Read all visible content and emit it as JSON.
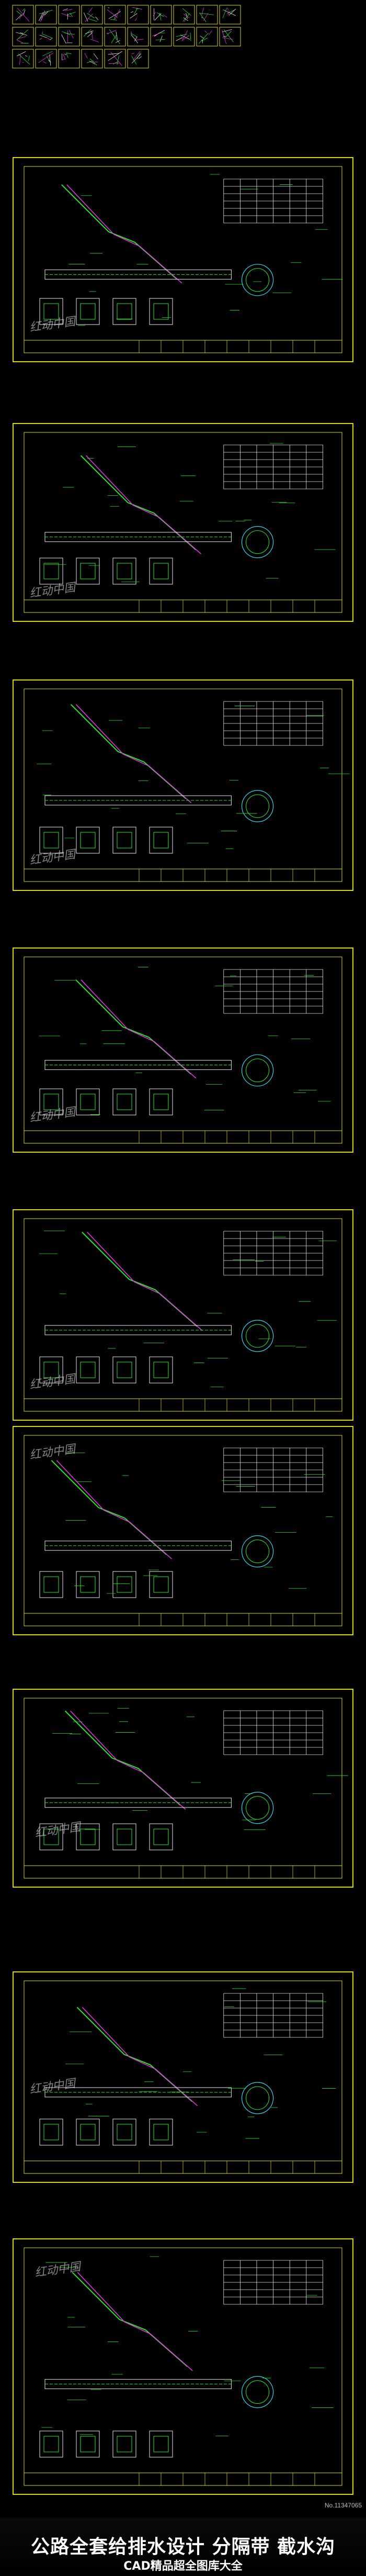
{
  "banner": {
    "title": "公路全套给排水设计 分隔带 截水沟",
    "subtitle": "CAD精品超全图库大全"
  },
  "watermark": "红动中国",
  "footer_id": "No.11347065",
  "colors": {
    "background": "#000000",
    "frame": "#d8d800",
    "line_green": "#29e629",
    "line_magenta": "#e33be3",
    "line_white": "#e8e8e8",
    "line_cyan": "#3ad8e8",
    "banner_text": "#ffffff"
  },
  "sheets_count": 9,
  "thumbnails_count": 26
}
